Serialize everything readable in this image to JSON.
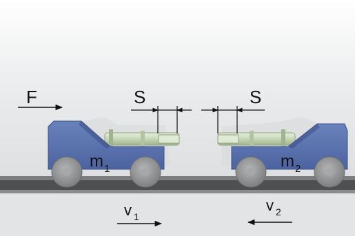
{
  "force": {
    "label": "F"
  },
  "stroke_left": {
    "label": "S"
  },
  "stroke_right": {
    "label": "S"
  },
  "cart_left": {
    "mass_symbol": "m",
    "mass_subscript": "1"
  },
  "cart_right": {
    "mass_symbol": "m",
    "mass_subscript": "2"
  },
  "velocity_left": {
    "symbol": "v",
    "subscript": "1"
  },
  "velocity_right": {
    "symbol": "v",
    "subscript": "2"
  },
  "colors": {
    "cart_body": "#5b73ad",
    "cart_shadow": "#3e5187",
    "wheel": "#8e9091",
    "rail": "#4d4f51",
    "buffer": "#c7d8b8"
  }
}
